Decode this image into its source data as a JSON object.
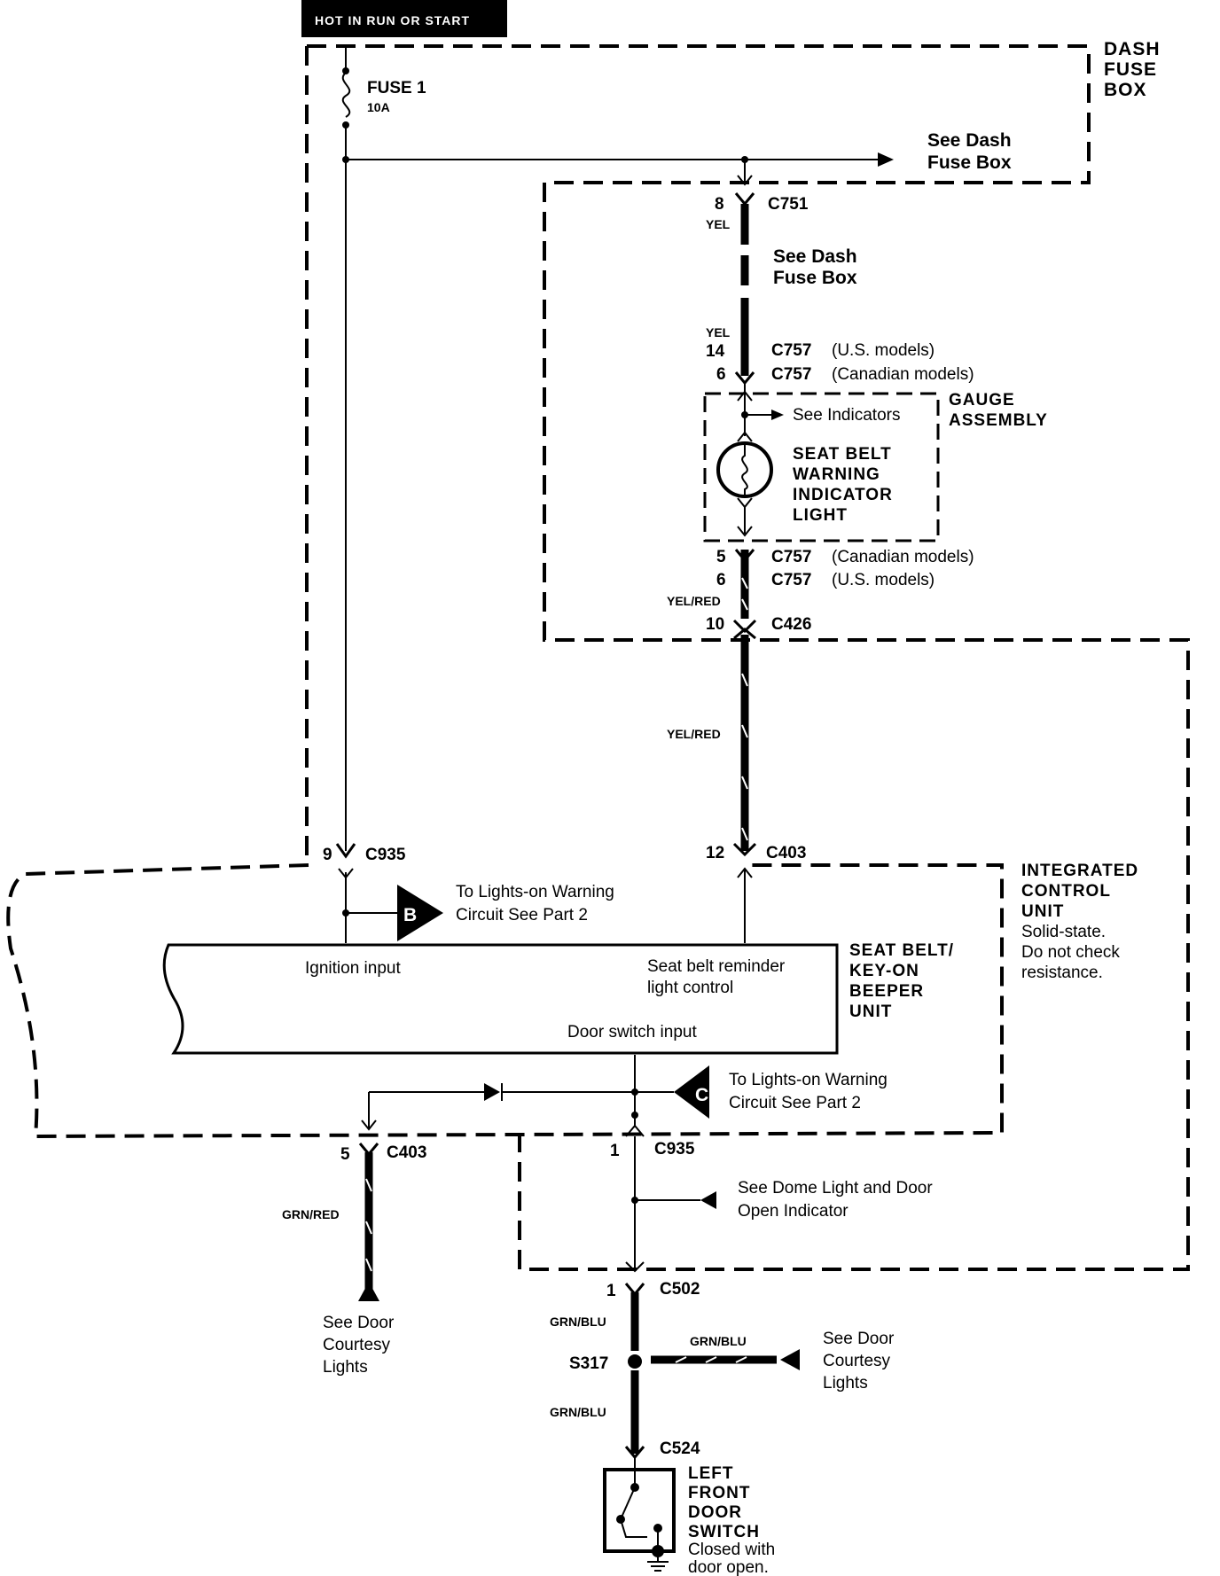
{
  "header": {
    "power_label": "HOT IN RUN OR START"
  },
  "fuse": {
    "name": "FUSE 1",
    "rating": "10A"
  },
  "dash_fuse_box": {
    "title_lines": [
      "DASH",
      "FUSE",
      "BOX"
    ],
    "ref_lines": [
      "See Dash",
      "Fuse Box"
    ]
  },
  "c751": {
    "pin": "8",
    "name": "C751",
    "wire_color": "YEL"
  },
  "break_note": {
    "lines": [
      "See Dash",
      "Fuse Box"
    ]
  },
  "c757_top": {
    "wire_color": "YEL",
    "pin_us": "14",
    "name_us": "C757",
    "note_us": "(U.S. models)",
    "pin_ca": "6",
    "name_ca": "C757",
    "note_ca": "(Canadian models)"
  },
  "gauge": {
    "title_lines": [
      "GAUGE",
      "ASSEMBLY"
    ],
    "indicators_ref": "See Indicators",
    "bulb_lines": [
      "SEAT BELT",
      "WARNING",
      "INDICATOR",
      "LIGHT"
    ]
  },
  "c757_bottom": {
    "pin_ca": "5",
    "name_ca": "C757",
    "note_ca": "(Canadian models)",
    "pin_us": "6",
    "name_us": "C757",
    "note_us": "(U.S. models)",
    "wire_color": "YEL/RED"
  },
  "c426": {
    "pin": "10",
    "name": "C426"
  },
  "mid_wire": {
    "color": "YEL/RED"
  },
  "c935_top": {
    "pin": "9",
    "name": "C935"
  },
  "c403_top": {
    "pin": "12",
    "name": "C403"
  },
  "icu": {
    "title_lines": [
      "INTEGRATED",
      "CONTROL",
      "UNIT"
    ],
    "note_lines": [
      "Solid-state.",
      "Do not check",
      "resistance."
    ]
  },
  "beeper": {
    "title_lines": [
      "SEAT BELT/",
      "KEY-ON",
      "BEEPER",
      "UNIT"
    ],
    "ignition_input": "Ignition input",
    "reminder_lines": [
      "Seat belt reminder",
      "light control"
    ],
    "door_input": "Door switch input"
  },
  "ref_b": {
    "letter": "B",
    "lines": [
      "To Lights-on Warning",
      "Circuit See Part 2"
    ]
  },
  "ref_c": {
    "letter": "C",
    "lines": [
      "To Lights-on Warning",
      "Circuit  See Part 2"
    ]
  },
  "c403_bottom": {
    "pin": "5",
    "name": "C403",
    "wire_color": "GRN/RED"
  },
  "c935_bottom": {
    "pin": "1",
    "name": "C935"
  },
  "dome_ref": {
    "lines": [
      "See Dome Light and Door",
      "Open Indicator"
    ]
  },
  "courtesy_left": {
    "lines": [
      "See  Door",
      "Courtesy",
      "Lights"
    ]
  },
  "c502": {
    "pin": "1",
    "name": "C502",
    "wire_color": "GRN/BLU"
  },
  "s317": {
    "name": "S317",
    "branch_color": "GRN/BLU",
    "wire_color_below": "GRN/BLU"
  },
  "courtesy_right": {
    "lines": [
      "See Door",
      "Courtesy",
      "Lights"
    ]
  },
  "c524": {
    "name": "C524"
  },
  "door_switch": {
    "title_lines": [
      "LEFT",
      "FRONT",
      "DOOR",
      "SWITCH"
    ],
    "note_lines": [
      "Closed with",
      "door open."
    ]
  }
}
